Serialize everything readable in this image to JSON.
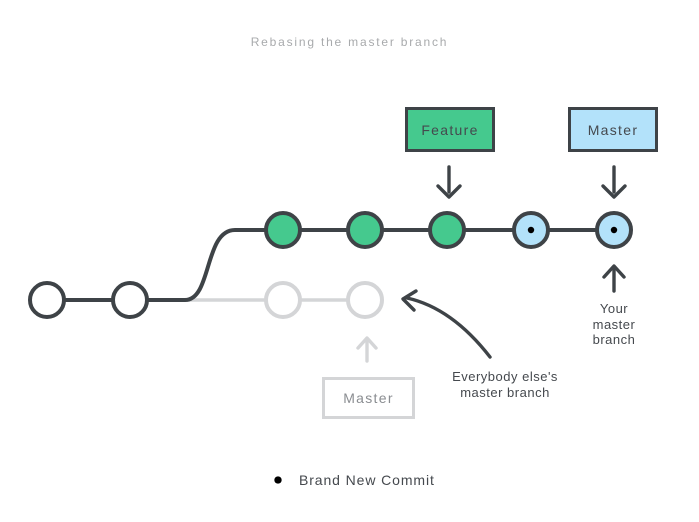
{
  "title": "Rebasing the master branch",
  "colors": {
    "bg": "#ffffff",
    "ink": "#3e4347",
    "green": "#45c98e",
    "blue": "#b3e2fa",
    "faded": "#d4d5d7",
    "title-gray": "#a8aaac",
    "text-dark": "#45494e",
    "text-gray": "#8a8d91"
  },
  "branch_labels": {
    "feature": "Feature",
    "master": "Master",
    "old_master": "Master"
  },
  "annotations": {
    "your_master": "Your\nmaster\nbranch",
    "everybody_else": "Everybody else's\nmaster branch"
  },
  "legend": {
    "label": "Brand New Commit",
    "icon": "burst-icon"
  },
  "diagram": {
    "base_commits": 2,
    "rebased_feature_commits": 3,
    "brand_new_commits": 2,
    "faded_old_master_commits": 2
  }
}
